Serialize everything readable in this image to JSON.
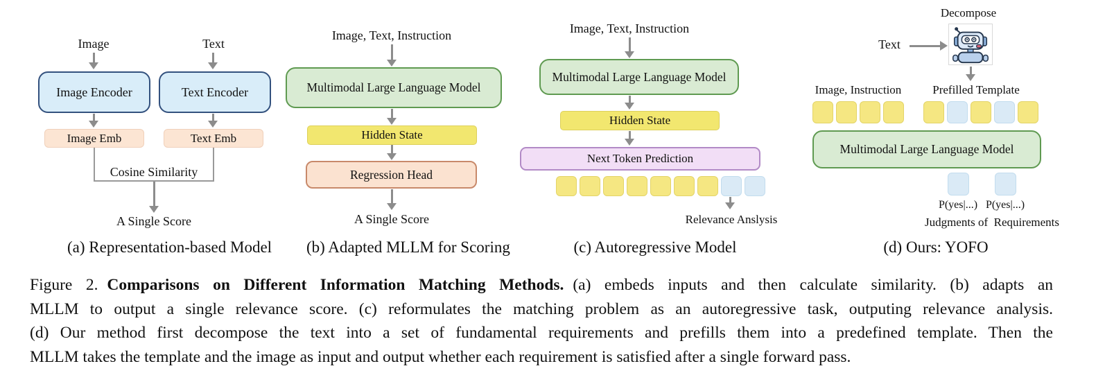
{
  "colors": {
    "text": "#111111",
    "arrow": "#8c8c8c",
    "line": "#999999",
    "enc_fill": "#d9edf9",
    "enc_border": "#33517e",
    "emb_fill": "#fce5d3",
    "emb_border": "#f0d0ba",
    "mllm_fill": "#d9ebd3",
    "mllm_border": "#5f9a51",
    "hidden_fill": "#f2e76f",
    "hidden_border": "#ddd05b",
    "reg_fill": "#fbe2d0",
    "reg_border": "#c8896a",
    "ntp_fill": "#f2def6",
    "ntp_border": "#b28ac6",
    "token_yellow": "#f5e782",
    "token_yellow_border": "#e3d468",
    "token_blue": "#daeaf6",
    "token_blue_border": "#c2dcee"
  },
  "panels": {
    "a": {
      "subcaption": "(a) Representation-based Model",
      "input_image": "Image",
      "input_text": "Text",
      "image_encoder": "Image Encoder",
      "text_encoder": "Text Encoder",
      "image_emb": "Image Emb",
      "text_emb": "Text Emb",
      "cosine": "Cosine Similarity",
      "output": "A Single Score"
    },
    "b": {
      "subcaption": "(b) Adapted MLLM for Scoring",
      "input": "Image, Text, Instruction",
      "mllm": "Multimodal Large Language Model",
      "hidden": "Hidden State",
      "regression": "Regression Head",
      "output": "A Single Score"
    },
    "c": {
      "subcaption": "(c) Autoregressive Model",
      "input": "Image, Text, Instruction",
      "mllm": "Multimodal Large Language Model",
      "hidden": "Hidden State",
      "ntp": "Next Token Prediction",
      "tokens": [
        "y",
        "y",
        "y",
        "y",
        "y",
        "y",
        "y",
        "b",
        "b"
      ],
      "output": "Relevance Anslysis"
    },
    "d": {
      "subcaption": "(d) Ours: YOFO",
      "decompose": "Decompose",
      "text_label": "Text",
      "image_instruction": "Image, Instruction",
      "prefilled_template": "Prefilled Template",
      "mllm": "Multimodal Large Language Model",
      "tokens_left": [
        "y",
        "y",
        "y",
        "y"
      ],
      "tokens_right": [
        "y",
        "b",
        "y",
        "b",
        "y"
      ],
      "p_yes_1": "P(yes|...)",
      "p_yes_2": "P(yes|...)",
      "judgments": "Judgments of  Requirements",
      "robot_icon": "robot-assistant-icon"
    }
  },
  "caption": {
    "line1_prefix": "Figure 2.",
    "line1_bold": "Comparisons on Different Information Matching Methods.",
    "line1_rest": "(a) embeds inputs and then calculate similarity. (b) adapts an",
    "line2": "MLLM to output a single relevance score. (c) reformulates the matching problem as an autoregressive task, outputing relevance analysis.",
    "line3": "(d) Our method first decompose the text into a set of fundamental requirements and prefills them into a predefined template. Then the",
    "line4": "MLLM takes the template and the image as input and output whether each requirement is satisfied after a single forward pass."
  }
}
